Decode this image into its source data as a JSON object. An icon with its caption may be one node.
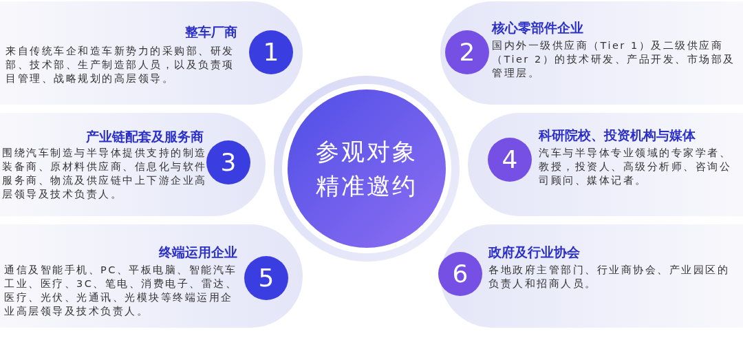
{
  "diagram": {
    "nodes": [
      {
        "text": [
          "参观对象精准邀约"
        ]
      },
      {
        "text": [
          "整车厂商",
          "来自传统车企和造车新势力的采购部、研发部、技术部、生产制造部人员，以及负责项目管理、战略规划的高层领导。"
        ]
      },
      {
        "text": [
          "1"
        ],
        "in": 1
      },
      {
        "text": [
          "核心零部件企业",
          "国内外一级供应商（Tier 1）及二级供应商（Tier 2）的技术研发、产品开发、市场部及管理层。"
        ]
      },
      {
        "text": [
          "2"
        ],
        "in": 3
      },
      {
        "text": [
          "产业链配套及服务商",
          "围绕汽车制造与半导体提供支持的制造装备商、原材料供应商、信息化与软件服务商、物流及供应链中上下游企业高层领导及技术负责人。"
        ]
      },
      {
        "text": [
          "3"
        ],
        "in": 5
      },
      {
        "text": [
          "科研院校、投资机构与媒体",
          "汽车与半导体专业领域的专家学者、教授，投资人、高级分析师、咨询公司顾问、媒体记者。"
        ]
      },
      {
        "text": [
          "4"
        ],
        "in": 7
      },
      {
        "text": [
          "终端运用企业",
          "通信及智能手机、PC、平板电脑、智能汽车工业、医疗、3C、笔电、消费电子、雷达、医疗、光伏、光通讯、光模块等终端运用企业高层领导及技术负责人。"
        ]
      },
      {
        "text": [
          "5"
        ],
        "in": 9
      },
      {
        "text": [
          "政府及行业协会",
          "各地政府主管部门、行业商协会、产业园区的负责人和招商人员。"
        ]
      },
      {
        "text": [
          "6"
        ],
        "in": 11
      }
    ],
    "edges": []
  }
}
